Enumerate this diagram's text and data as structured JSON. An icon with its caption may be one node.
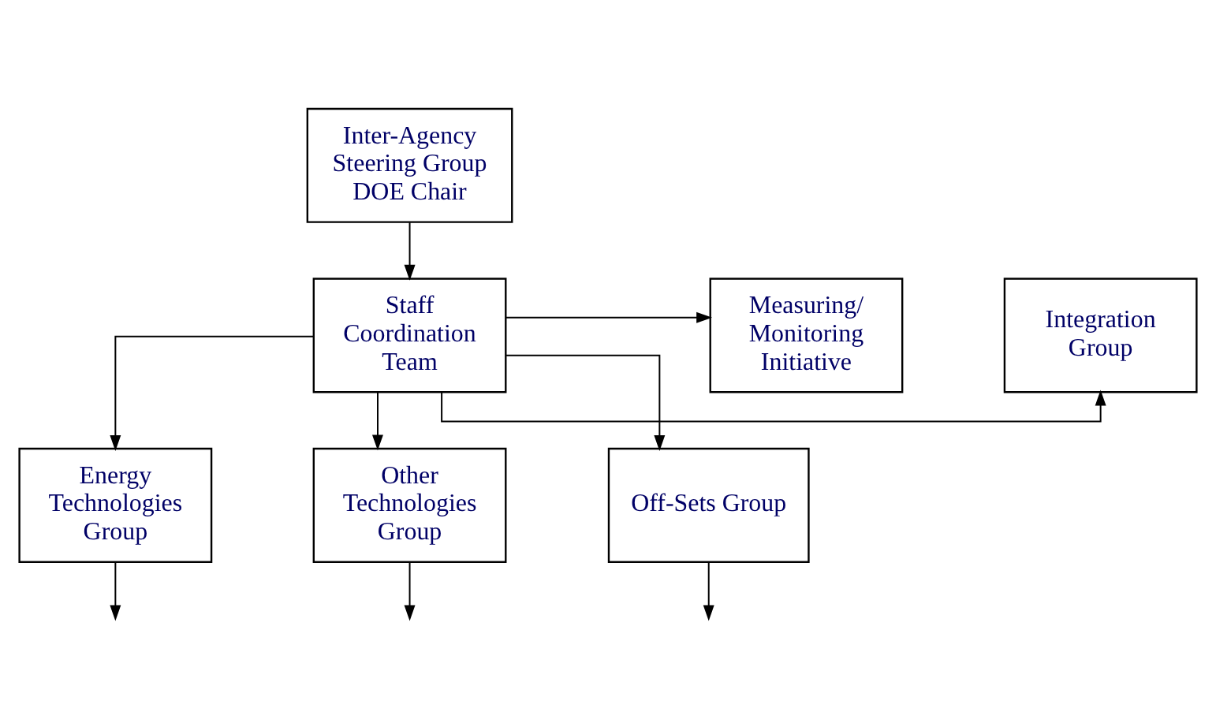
{
  "diagram": {
    "nodes": [
      {
        "text": [
          "Inter-Agency Steering Group DOE Chair"
        ]
      },
      {
        "text": [
          "Staff Coordination Team"
        ]
      },
      {
        "text": [
          "Integration Group"
        ]
      },
      {
        "text": [
          "Measuring/ Monitoring Initiative"
        ]
      },
      {
        "text": [
          "Energy Technologies Group"
        ]
      },
      {
        "text": [
          "Other Technologies Group"
        ]
      },
      {
        "text": [
          "Off-Sets Group"
        ]
      }
    ],
    "edges": [
      {
        "from": 0,
        "to": 1,
        "arrow": "to"
      },
      {
        "from": 1,
        "to": 2,
        "arrow": "to"
      },
      {
        "from": 1,
        "to": 3,
        "arrow": "to"
      },
      {
        "from": 1,
        "to": 4,
        "arrow": "to"
      },
      {
        "from": 1,
        "to": 5,
        "arrow": "to"
      },
      {
        "from": 1,
        "to": 6,
        "arrow": "to"
      },
      {
        "from": 4,
        "to": null,
        "arrow": "to"
      },
      {
        "from": 5,
        "to": null,
        "arrow": "to"
      },
      {
        "from": 6,
        "to": null,
        "arrow": "to"
      }
    ]
  }
}
